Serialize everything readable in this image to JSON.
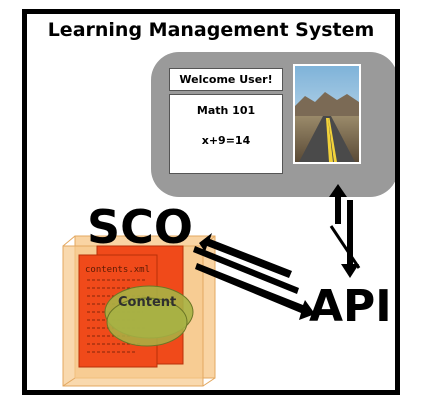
{
  "title": "Learning Management System",
  "lms": {
    "welcome": "Welcome User!",
    "course_title": "Math 101",
    "equation": "x+9=14"
  },
  "labels": {
    "sco": "SCO",
    "api": "API",
    "file": "contents.xml",
    "content": "Content"
  },
  "colors": {
    "panel": "#9a9a9a",
    "cube": "#f7c98c",
    "file_page": "#f04a1a",
    "content_ellipse": "#a7b345"
  }
}
